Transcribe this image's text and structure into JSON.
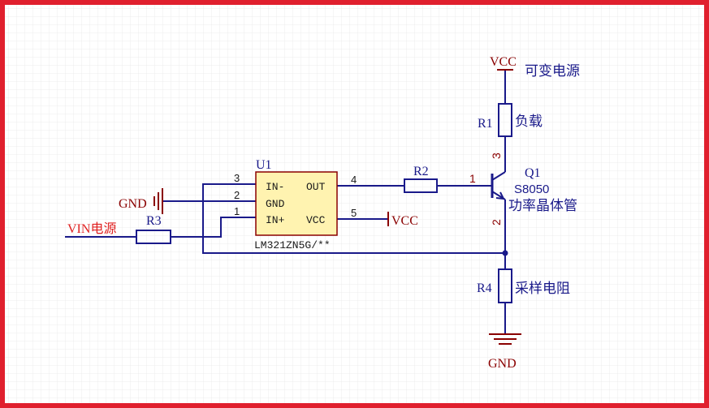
{
  "u1": {
    "designator": "U1",
    "part": "LM321ZN5G/**",
    "pins": {
      "in_minus": "IN-",
      "gnd": "GND",
      "in_plus": "IN+",
      "out": "OUT",
      "vcc": "VCC"
    },
    "pin_numbers": {
      "p1": "1",
      "p2": "2",
      "p3": "3",
      "p4": "4",
      "p5": "5"
    }
  },
  "q1": {
    "designator": "Q1",
    "part": "S8050",
    "note": "功率晶体管",
    "pin_numbers": {
      "base": "1",
      "emitter": "2",
      "collector": "3"
    }
  },
  "resistors": {
    "r1": {
      "designator": "R1",
      "note": "负载"
    },
    "r2": {
      "designator": "R2"
    },
    "r3": {
      "designator": "R3"
    },
    "r4": {
      "designator": "R4",
      "note": "采样电阻"
    }
  },
  "nets": {
    "vcc_top": "VCC",
    "vcc_top_note": "可变电源",
    "vcc_u1": "VCC",
    "gnd_left": "GND",
    "gnd_bottom": "GND",
    "vin": "VIN电源"
  },
  "colors": {
    "border": "#e0202e",
    "grid": "#ececec",
    "wire": "#1a1a8a",
    "power": "#8a0000",
    "ic_fill": "#fff3b0",
    "ic_stroke": "#8a0000",
    "resistor_stroke": "#1a1a8a"
  }
}
